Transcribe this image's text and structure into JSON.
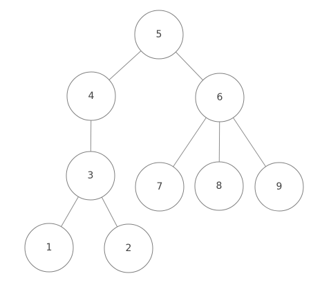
{
  "diagram": {
    "nodes": [
      {
        "id": "5",
        "label": "5"
      },
      {
        "id": "4",
        "label": "4"
      },
      {
        "id": "6",
        "label": "6"
      },
      {
        "id": "3",
        "label": "3"
      },
      {
        "id": "7",
        "label": "7"
      },
      {
        "id": "8",
        "label": "8"
      },
      {
        "id": "9",
        "label": "9"
      },
      {
        "id": "1",
        "label": "1"
      },
      {
        "id": "2",
        "label": "2"
      }
    ],
    "edges": [
      {
        "from": "5",
        "to": "4"
      },
      {
        "from": "5",
        "to": "6"
      },
      {
        "from": "4",
        "to": "3"
      },
      {
        "from": "6",
        "to": "7"
      },
      {
        "from": "6",
        "to": "8"
      },
      {
        "from": "6",
        "to": "9"
      },
      {
        "from": "3",
        "to": "1"
      },
      {
        "from": "3",
        "to": "2"
      }
    ]
  }
}
